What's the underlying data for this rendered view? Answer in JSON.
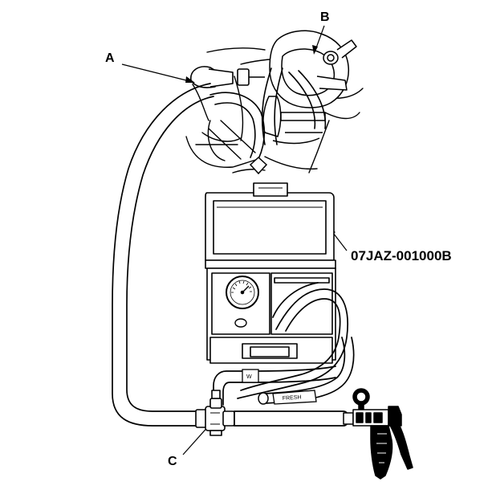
{
  "callouts": {
    "a": "A",
    "b": "B",
    "c": "C",
    "tool_part_number": "07JAZ-001000B"
  },
  "hose_tags": {
    "short": "W",
    "long": "FRESH"
  }
}
